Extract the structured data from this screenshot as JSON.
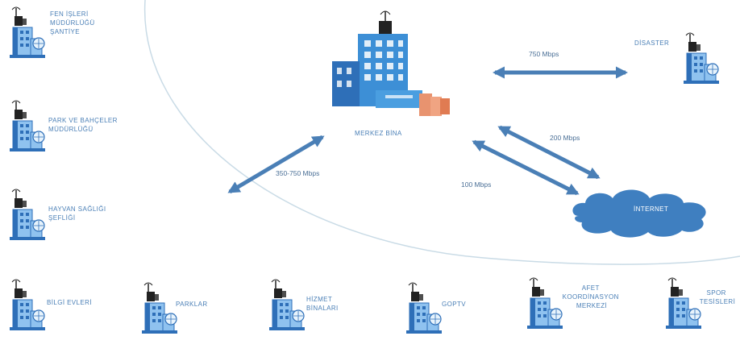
{
  "colors": {
    "arc": "#c9dbe6",
    "arrow": "#4a7fb6",
    "label": "#4a7fb6",
    "building_light": "#8fc2ef",
    "building_dark": "#2e6fb8",
    "building_tower": "#3d8fd6",
    "cloud": "#3f7fc0",
    "annex": "#e8936f",
    "antenna": "#222222"
  },
  "center": {
    "label": "MERKEZ BİNA"
  },
  "cloud": {
    "label": "İNTERNET"
  },
  "links": {
    "disaster_speed": "750 Mbps",
    "branches_speed": "350-750 Mbps",
    "internet_in_speed": "200 Mbps",
    "internet_out_speed": "100 Mbps"
  },
  "disaster": {
    "label": "DİSASTER"
  },
  "left_sites": [
    {
      "lines": [
        "FEN İŞLERİ",
        "MÜDÜRLÜĞÜ",
        "ŞANTİYE"
      ]
    },
    {
      "lines": [
        "PARK VE BAHÇELER",
        "MÜDÜRLÜĞÜ"
      ]
    },
    {
      "lines": [
        "HAYVAN SAĞLIĞI",
        "ŞEFLİĞİ"
      ]
    }
  ],
  "bottom_sites": [
    {
      "lines": [
        "BİLGİ EVLERİ"
      ]
    },
    {
      "lines": [
        "PARKLAR"
      ]
    },
    {
      "lines": [
        "HİZMET",
        "BİNALARI"
      ]
    },
    {
      "lines": [
        "GOPTV"
      ]
    },
    {
      "lines": [
        "AFET",
        "KOORDİNASYON",
        "MERKEZİ"
      ]
    },
    {
      "lines": [
        "SPOR",
        "TESİSLERİ"
      ]
    }
  ]
}
